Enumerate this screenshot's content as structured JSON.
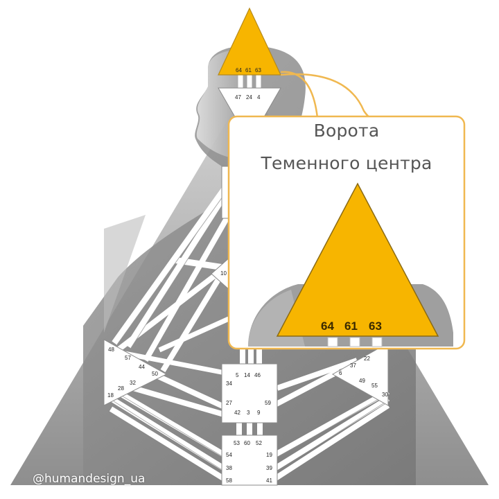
{
  "callout": {
    "title_line1": "Ворота",
    "title_line2": "Теменного центра",
    "gates": [
      "64",
      "61",
      "63"
    ]
  },
  "head_center": {
    "gates": [
      "64",
      "61",
      "63"
    ]
  },
  "ajna_center": {
    "gates": [
      "47",
      "24",
      "4"
    ]
  },
  "g_gates": [
    "10"
  ],
  "left_center": {
    "gates": [
      "48",
      "57",
      "44",
      "50",
      "28",
      "32",
      "18"
    ]
  },
  "sacral_center": {
    "gates": [
      "5",
      "14",
      "46",
      "34",
      "27",
      "59",
      "42",
      "3",
      "9"
    ]
  },
  "root_center": {
    "gates": [
      "53",
      "60",
      "52",
      "54",
      "19",
      "38",
      "39",
      "58",
      "41"
    ]
  },
  "right_center": {
    "gates": [
      "22",
      "37",
      "6",
      "49",
      "55",
      "30"
    ]
  },
  "watermark": "@humandesign_ua",
  "colors": {
    "head_fill": "#f7b500",
    "callout_border": "#f0b850",
    "body_gray": "#9a9a9a",
    "channel_white": "#ffffff"
  }
}
